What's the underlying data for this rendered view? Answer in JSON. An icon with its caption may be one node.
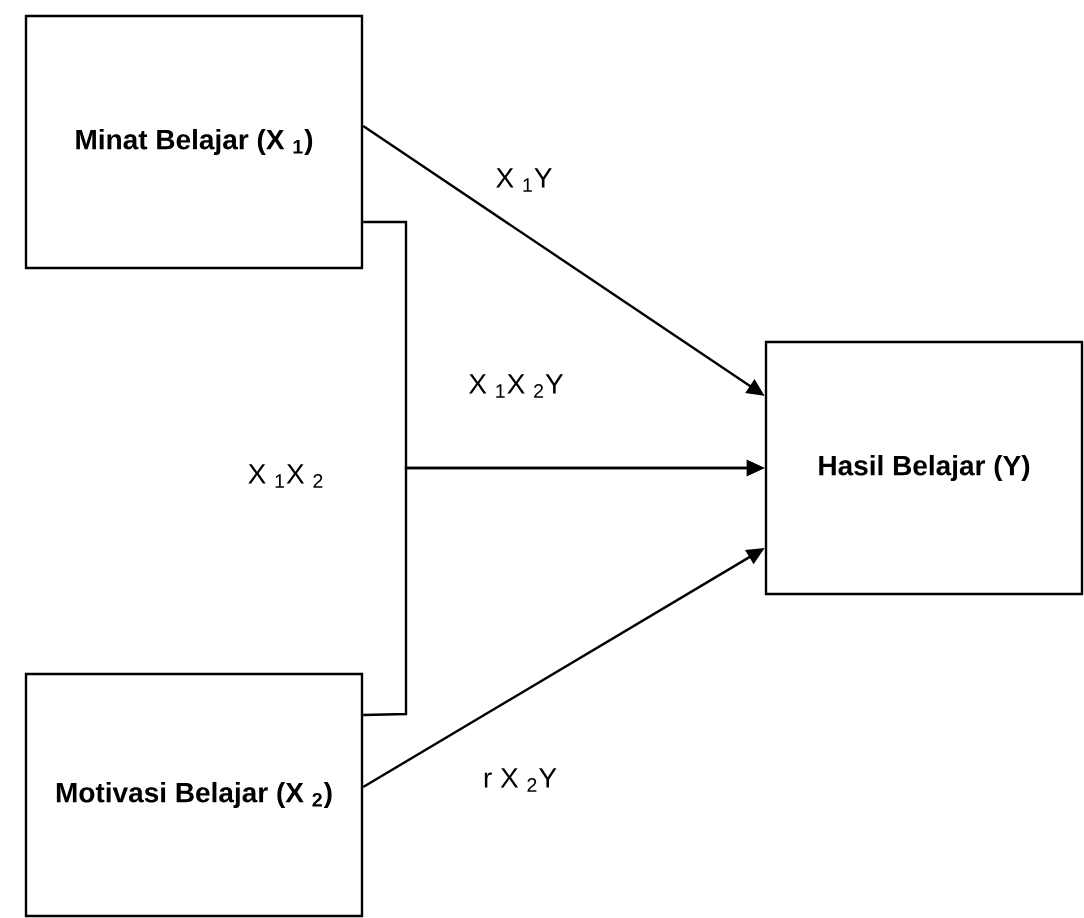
{
  "diagram": {
    "nodes": [
      {
        "text": [
          "Minat Belajar (X $_{1}$)"
        ]
      },
      {
        "text": [
          "Motivasi Belajar (X $_{2}$)"
        ]
      },
      {
        "text": [
          "Hasil Belajar (Y)"
        ]
      }
    ],
    "edges": [
      {
        "from": 0,
        "to": 2,
        "arrow": "to",
        "label": "X $_{1}$Y"
      },
      {
        "from": 0,
        "to": 2,
        "arrow": "to",
        "label": "X $_{1}$X $_{2}$Y"
      },
      {
        "from": 1,
        "to": 2,
        "arrow": "to"
      },
      {
        "from": 1,
        "to": 2,
        "arrow": "to",
        "label": "r X $_{2}$Y"
      }
    ],
    "labels": [
      "X $_{1}$X $_{2}$"
    ]
  }
}
